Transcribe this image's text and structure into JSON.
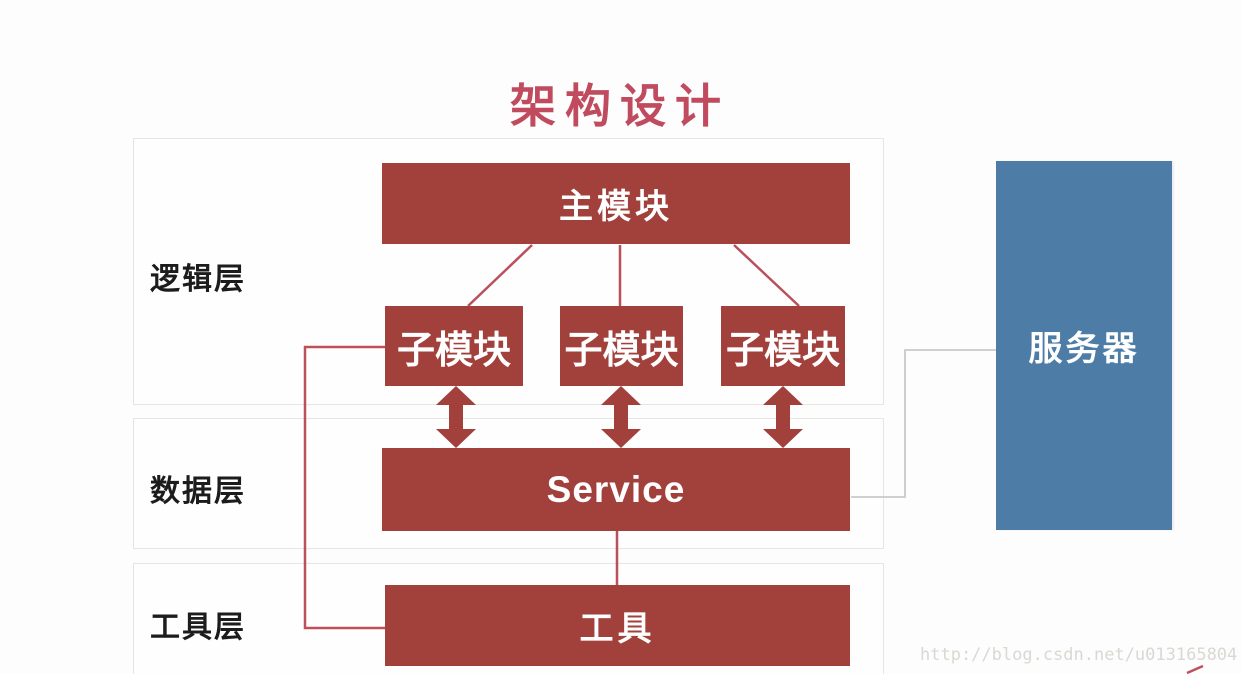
{
  "title": "架构设计",
  "layers": {
    "logic": {
      "label": "逻辑层"
    },
    "data": {
      "label": "数据层"
    },
    "tools": {
      "label": "工具层"
    }
  },
  "nodes": {
    "main_module": {
      "label": "主模块"
    },
    "sub_module_1": {
      "label": "子模块"
    },
    "sub_module_2": {
      "label": "子模块"
    },
    "sub_module_3": {
      "label": "子模块"
    },
    "service": {
      "label": "Service"
    },
    "tools": {
      "label": "工具"
    },
    "server": {
      "label": "服务器"
    }
  },
  "edges": [
    {
      "from": "main_module",
      "to": "sub_module_1",
      "style": "red-line"
    },
    {
      "from": "main_module",
      "to": "sub_module_2",
      "style": "red-line"
    },
    {
      "from": "main_module",
      "to": "sub_module_3",
      "style": "red-line"
    },
    {
      "from": "sub_module_1",
      "to": "service",
      "style": "double-arrow"
    },
    {
      "from": "sub_module_2",
      "to": "service",
      "style": "double-arrow"
    },
    {
      "from": "sub_module_3",
      "to": "service",
      "style": "double-arrow"
    },
    {
      "from": "service",
      "to": "tools",
      "style": "red-line"
    },
    {
      "from": "sub_module_1",
      "to": "tools",
      "style": "red-elbow"
    },
    {
      "from": "server",
      "to": "service",
      "style": "gray-elbow"
    }
  ],
  "watermark": {
    "text": "http://blog.csdn.net/u013165804"
  },
  "colors": {
    "title": "#c04b5f",
    "node_red": "#a2403b",
    "node_blue": "#4d7da7",
    "line_red": "#b9505a",
    "line_red2": "#bf4f58",
    "line_gray": "#c9c9c9",
    "label_black": "#1c1c1c",
    "watermark_gray": "#dbd8d3",
    "panel_border": "#e7e5e2"
  }
}
